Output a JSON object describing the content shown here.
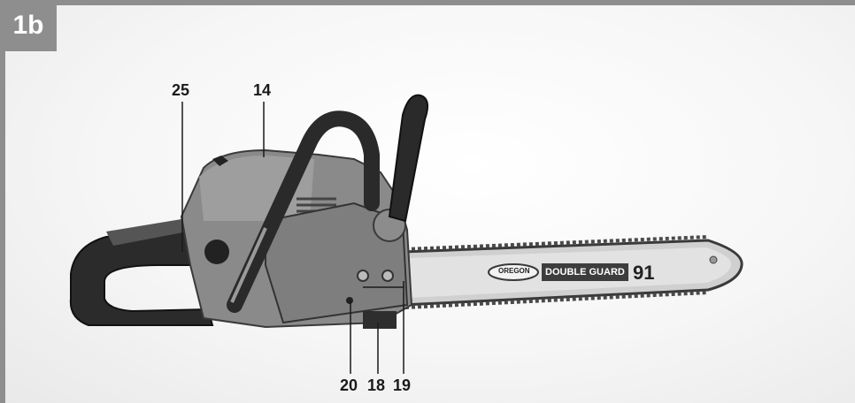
{
  "figure": {
    "badge": "1b"
  },
  "callouts": {
    "c25": "25",
    "c14": "14",
    "c20": "20",
    "c18": "18",
    "c19": "19"
  },
  "bar_brand": {
    "oregon": "OREGON",
    "double_guard": "DOUBLE GUARD",
    "model": "91"
  },
  "colors": {
    "frame": "#8e8e8e",
    "body": "#8a8a8a",
    "dark": "#2a2a2a",
    "bar": "#d6d6d6"
  }
}
